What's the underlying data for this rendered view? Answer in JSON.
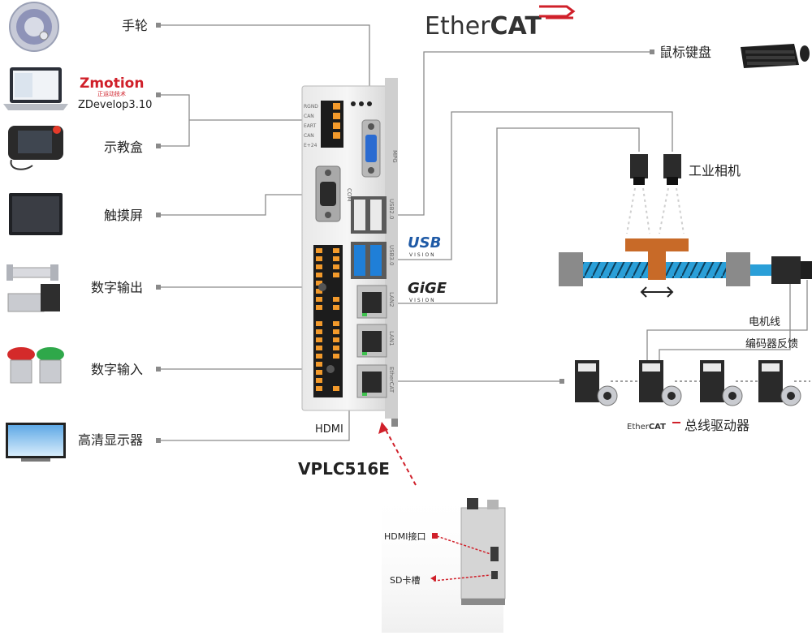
{
  "peripherals_left": {
    "handwheel": "手轮",
    "software_brand": "Zmotion",
    "software_brand_sub": "正运动技术",
    "software_name": "ZDevelop3.10",
    "teach_pendant": "示教盒",
    "touchscreen": "触摸屏",
    "digital_output": "数字输出",
    "digital_input": "数字输入",
    "hd_display": "高清显示器"
  },
  "controller": {
    "model": "VPLC516E",
    "hdmi_label": "HDMI",
    "side_panel_labels": [
      "RGND",
      "CAN",
      "EART",
      "CAN",
      "E+24"
    ],
    "mpg_label": "MPG",
    "com_label": "COM",
    "usb20_label": "USB2.0",
    "usb30_label": "USB3.0",
    "lan2_label": "LAN2",
    "lan1_label": "LAN1",
    "ethercat_port_label": "EtherCAT"
  },
  "peripherals_right": {
    "ethercat_logo": {
      "prefix": "Ether",
      "suffix": "CAT"
    },
    "mouse_keyboard": "鼠标键盘",
    "usb_logo": "USB",
    "usb_vision": "VISION",
    "gige_logo": "GiGE",
    "gige_vision": "VISION",
    "industrial_camera": "工业相机",
    "motor_cable": "电机线",
    "encoder_feedback": "编码器反馈",
    "bus_drive_prefix": {
      "a": "Ether",
      "b": "CAT"
    },
    "bus_drive": "总线驱动器"
  },
  "side_view": {
    "hdmi_port": "HDMI接口",
    "sd_slot": "SD卡槽"
  },
  "colors": {
    "connector_line": "#888888",
    "ethercat_red": "#d0202a",
    "usb_blue": "#1f5aa6",
    "orange_terminal": "#f39a2b",
    "slider": "#c86a28",
    "screw_blue": "#2a9fd8",
    "arrow_red": "#d0202a"
  }
}
